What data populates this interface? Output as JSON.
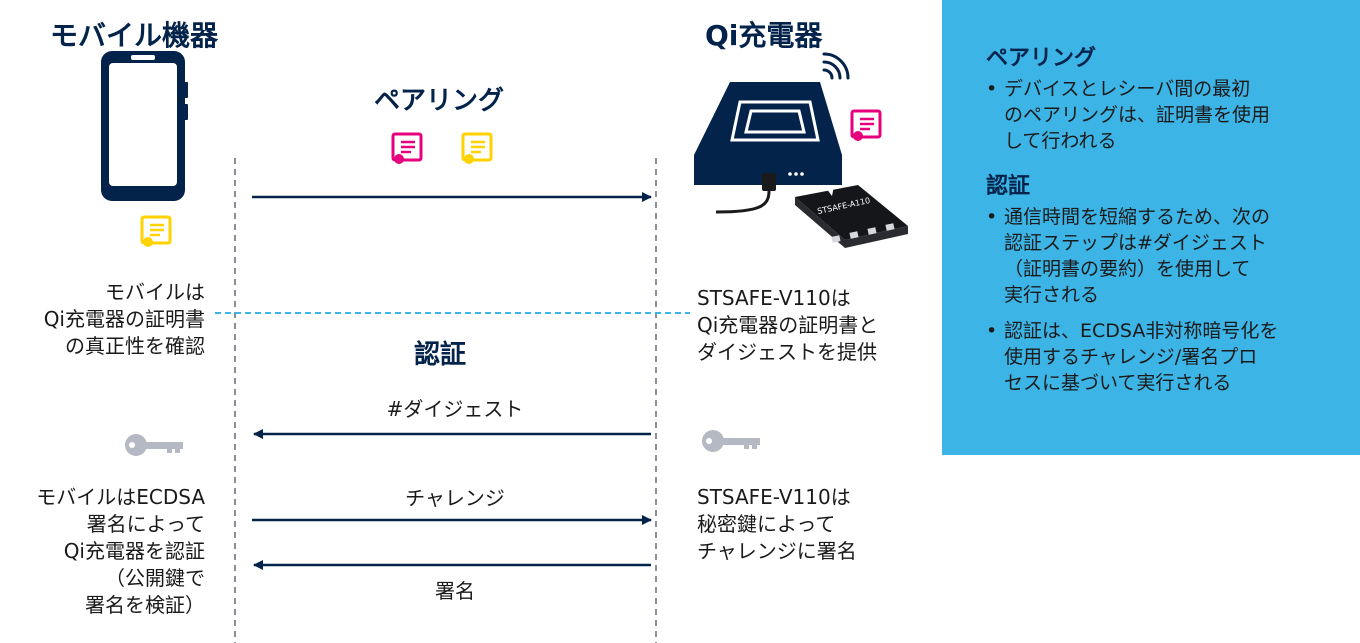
{
  "titles": {
    "mobile": "モバイル機器",
    "charger": "Qi充電器",
    "pairing": "ペアリング",
    "auth": "認証"
  },
  "notes": {
    "mobile_verify": [
      "モバイルは",
      "Qi充電器の証明書",
      "の真正性を確認"
    ],
    "charger_provide": [
      "STSAFE-V110は",
      "Qi充電器の証明書と",
      "ダイジェストを提供"
    ],
    "mobile_auth": [
      "モバイルはECDSA",
      "署名によって",
      "Qi充電器を認証",
      "（公開鍵で",
      "署名を検証）"
    ],
    "charger_sign": [
      "STSAFE-V110は",
      "秘密鍵によって",
      "チャレンジに署名"
    ]
  },
  "arrows": {
    "digest": "#ダイジェスト",
    "challenge": "チャレンジ",
    "signature": "署名"
  },
  "chip_label": "STSAFE-A110",
  "panel": {
    "pairing_title": "ペアリング",
    "pairing_items": [
      "デバイスとレシーバ間の最初のペアリングは、証明書を使用して行われる"
    ],
    "pairing_lines": [
      [
        "デバイスとレシーバ間の最初",
        "のペアリングは、証明書を使用",
        "して行われる"
      ]
    ],
    "auth_title": "認証",
    "auth_lines": [
      [
        "通信時間を短縮するため、次の",
        "認証ステップは#ダイジェスト",
        "（証明書の要約）を使用して",
        "実行される"
      ],
      [
        "認証は、ECDSA非対称暗号化を",
        "使用するチャレンジ/署名プロ",
        "セスに基づいて実行される"
      ]
    ]
  },
  "colors": {
    "navy": "#03234b",
    "panel": "#3cb4e6",
    "magenta": "#e6007e",
    "yellow": "#ffd200",
    "dashed_blue": "#3cb4e6",
    "key_gray": "#b4b9c3"
  },
  "icons": [
    "smartphone-icon",
    "charger-icon",
    "certificate-icon",
    "key-icon",
    "wireless-icon",
    "chip-icon"
  ]
}
